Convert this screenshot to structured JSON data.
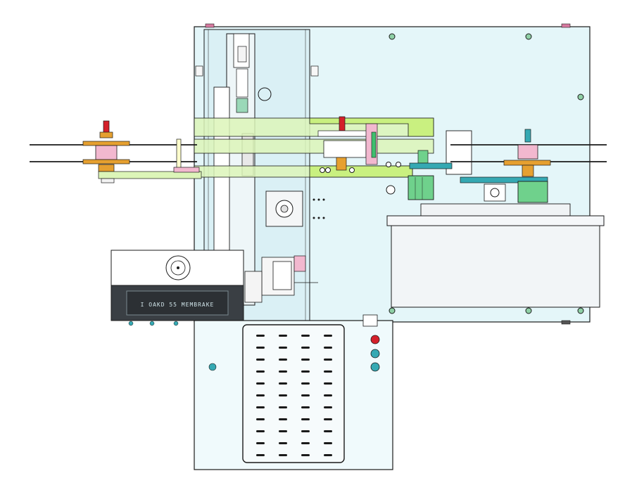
{
  "drawing": {
    "device_label": "I OAKD 55 MEMBRAKE",
    "colors": {
      "line": "#1a1a1a",
      "panel": "#e3f6f9",
      "panel_light": "#f0fafc",
      "frame": "#dfeff3",
      "green_bar": "#dcf5b8",
      "yellow_green": "#c9f080",
      "green_part": "#6fd18c",
      "teal_part": "#35a9b3",
      "pink_part": "#f2b8cf",
      "orange_part": "#e6a030",
      "red_part": "#d4202a",
      "dark_box": "#3a3f44",
      "white_box": "#ffffff",
      "gray_box": "#f2f5f7"
    },
    "icons": [
      "red-indicator-lamp",
      "cyan-indicator-lamp",
      "cyan-indicator-lamp",
      "rotary-knob",
      "vent-grille",
      "tape-reel-left",
      "tape-reel-right",
      "green-motor"
    ]
  }
}
